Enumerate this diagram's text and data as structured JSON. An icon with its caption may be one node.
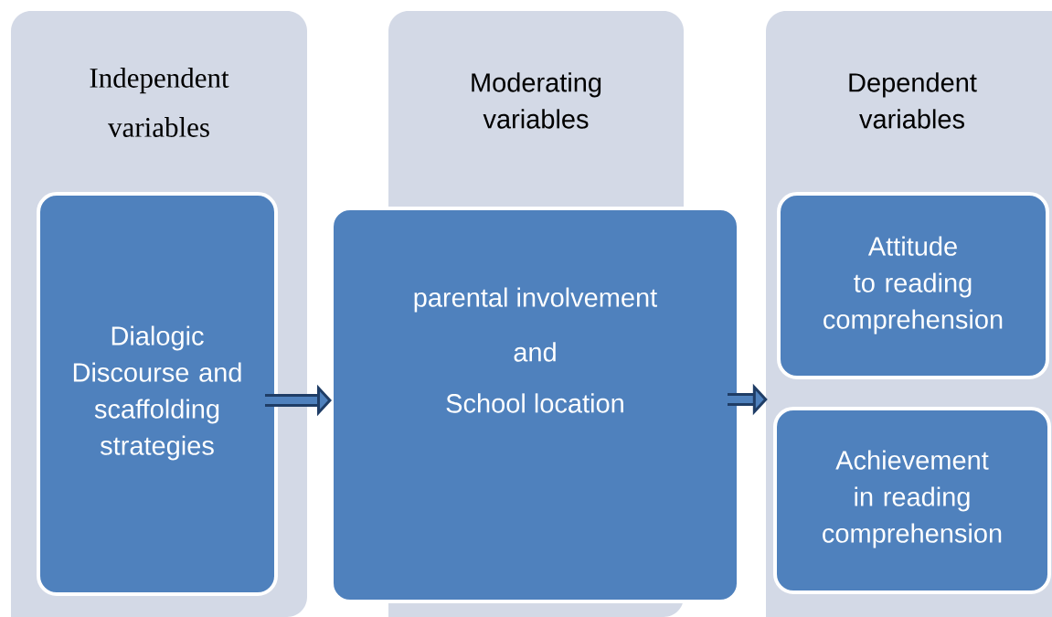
{
  "diagram": {
    "nodes": [
      {
        "text": [
          "Independent variables"
        ]
      },
      {
        "text": [
          "Dialogic Discourse and scaffolding strategies"
        ],
        "in": 0
      },
      {
        "text": [
          "Moderating variables"
        ]
      },
      {
        "text": [
          "parental involvement",
          "and",
          "School location"
        ]
      },
      {
        "text": [
          "Dependent variables"
        ]
      },
      {
        "text": [
          "Attitude to reading comprehension"
        ],
        "in": 4
      },
      {
        "text": [
          "Achievement in reading comprehension"
        ],
        "in": 4
      }
    ],
    "edges": [
      {
        "from": 1,
        "to": 3,
        "arrow": "to"
      },
      {
        "from": 3,
        "to": 4,
        "arrow": "to"
      }
    ]
  }
}
